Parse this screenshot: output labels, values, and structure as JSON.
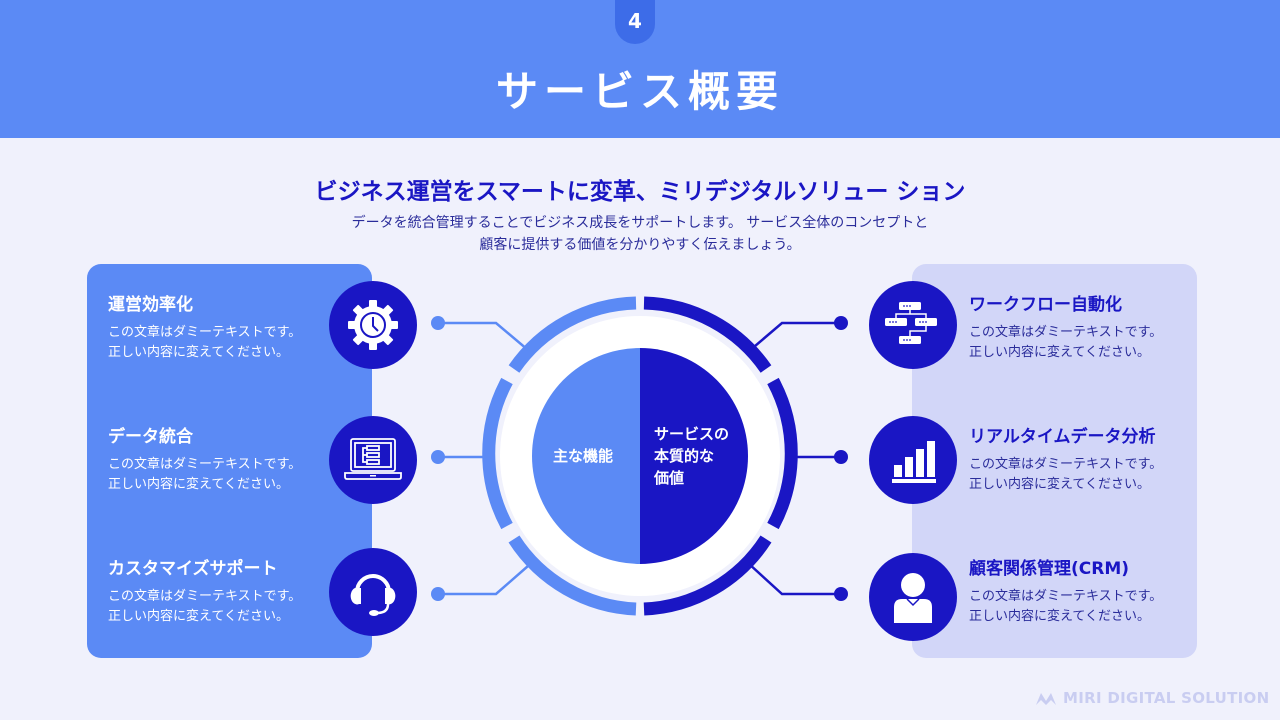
{
  "header": {
    "page_number": "4",
    "title": "サービス概要"
  },
  "intro": {
    "subtitle": "ビジネス運営をスマートに変革、ミリデジタルソリュー ション",
    "description_line1": "データを統合管理することでビジネス成長をサポートします。 サービス全体のコンセプトと",
    "description_line2": "顧客に提供する価値を分かりやすく伝えましょう。"
  },
  "center": {
    "left_label": "主な機能",
    "right_label_line1": "サービスの",
    "right_label_line2": "本質的な",
    "right_label_line3": "価値"
  },
  "left_items": [
    {
      "title": "運営効率化",
      "line1": "この文章はダミーテキストです。",
      "line2": "正しい内容に変えてください。",
      "icon": "gear-clock-icon"
    },
    {
      "title": "データ統合",
      "line1": "この文章はダミーテキストです。",
      "line2": "正しい内容に変えてください。",
      "icon": "laptop-flowchart-icon"
    },
    {
      "title": "カスタマイズサポート",
      "line1": "この文章はダミーテキストです。",
      "line2": "正しい内容に変えてください。",
      "icon": "headset-icon"
    }
  ],
  "right_items": [
    {
      "title": "ワークフロー自動化",
      "line1": "この文章はダミーテキストです。",
      "line2": "正しい内容に変えてください。",
      "icon": "workflow-icon"
    },
    {
      "title": "リアルタイムデータ分析",
      "line1": "この文章はダミーテキストです。",
      "line2": "正しい内容に変えてください。",
      "icon": "bar-chart-icon"
    },
    {
      "title": "顧客関係管理(CRM)",
      "line1": "この文章はダミーテキストです。",
      "line2": "正しい内容に変えてください。",
      "icon": "user-icon"
    }
  ],
  "footer": {
    "brand": "MIRI DIGITAL SOLUTION"
  },
  "colors": {
    "primary_light": "#5b8af5",
    "primary_dark": "#1a16c4",
    "background": "#f0f1fc",
    "panel_right": "#d2d6f8"
  }
}
